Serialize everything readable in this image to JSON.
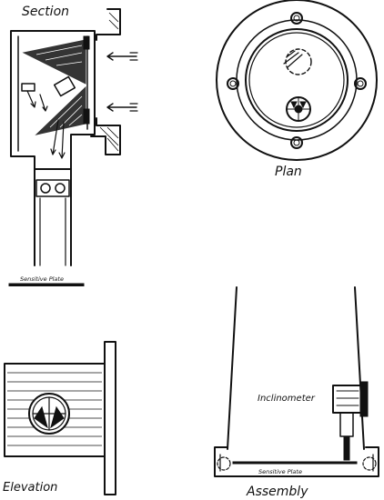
{
  "figure": {
    "panels": {
      "section": {
        "label": "Section",
        "plate_label": "Sensitive Plate"
      },
      "plan": {
        "label": "Plan"
      },
      "elevation": {
        "label": "Elevation"
      },
      "assembly": {
        "label": "Assembly",
        "instrument_label": "Inclinometer",
        "plate_label": "Sensitive Plate"
      }
    },
    "icons": [
      "arrow-icon",
      "bolt-hole-icon",
      "prism-icon",
      "dial-icon"
    ]
  }
}
